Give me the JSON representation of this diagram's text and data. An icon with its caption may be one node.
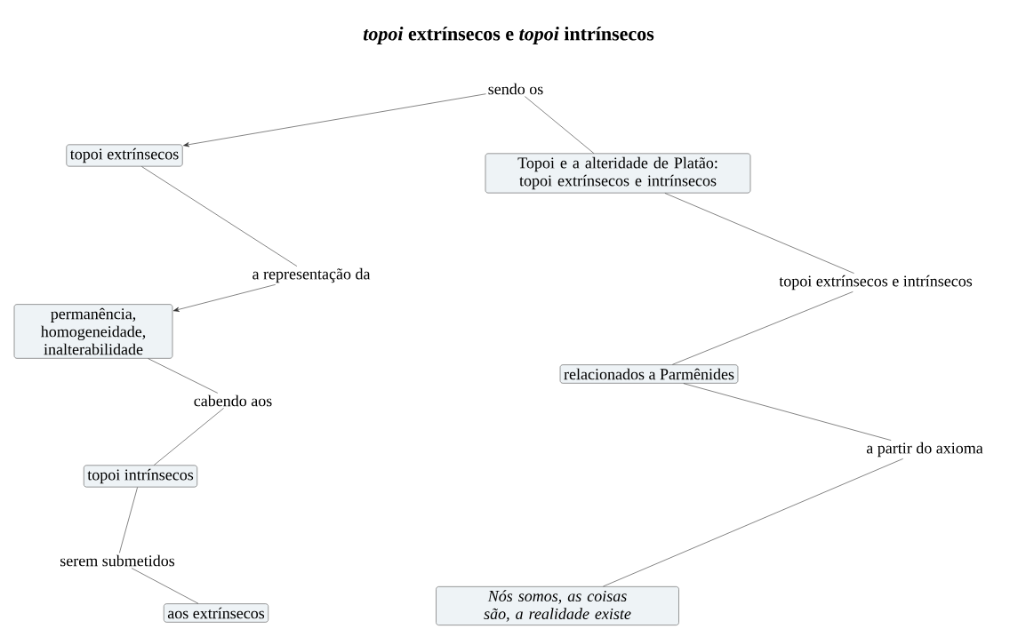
{
  "diagram": {
    "title": "*topoi* extrínsecos e *topoi* intrínsecos",
    "nodes": [
      {
        "text": [
          "sendo os"
        ]
      },
      {
        "text": [
          "topoi extrínsecos"
        ]
      },
      {
        "text": [
          "Topoi e a alteridade de Platão: topoi extrínsecos e intrínsecos"
        ]
      },
      {
        "text": [
          "a representação da"
        ]
      },
      {
        "text": [
          "permanência, homogeneidade, inalterabilidade"
        ]
      },
      {
        "text": [
          "topoi extrínsecos e intrínsecos"
        ]
      },
      {
        "text": [
          "relacionados a Parmênides"
        ]
      },
      {
        "text": [
          "cabendo aos"
        ]
      },
      {
        "text": [
          "a partir do axioma"
        ]
      },
      {
        "text": [
          "topoi intrínsecos"
        ]
      },
      {
        "text": [
          "serem submetidos"
        ]
      },
      {
        "text": [
          "aos extrínsecos"
        ]
      },
      {
        "text": [
          "Nós somos, as coisas são, a realidade existe"
        ]
      }
    ],
    "edges": [
      {
        "from": 2,
        "to": 0,
        "arrow": "none"
      },
      {
        "from": 0,
        "to": 1,
        "arrow": "to"
      },
      {
        "from": 1,
        "to": 3,
        "arrow": "none"
      },
      {
        "from": 3,
        "to": 4,
        "arrow": "to"
      },
      {
        "from": 4,
        "to": 7,
        "arrow": "none"
      },
      {
        "from": 7,
        "to": 9,
        "arrow": "none"
      },
      {
        "from": 9,
        "to": 10,
        "arrow": "none"
      },
      {
        "from": 10,
        "to": 11,
        "arrow": "none"
      },
      {
        "from": 2,
        "to": 5,
        "arrow": "none"
      },
      {
        "from": 5,
        "to": 6,
        "arrow": "none"
      },
      {
        "from": 6,
        "to": 8,
        "arrow": "none"
      },
      {
        "from": 8,
        "to": 12,
        "arrow": "none"
      }
    ]
  }
}
